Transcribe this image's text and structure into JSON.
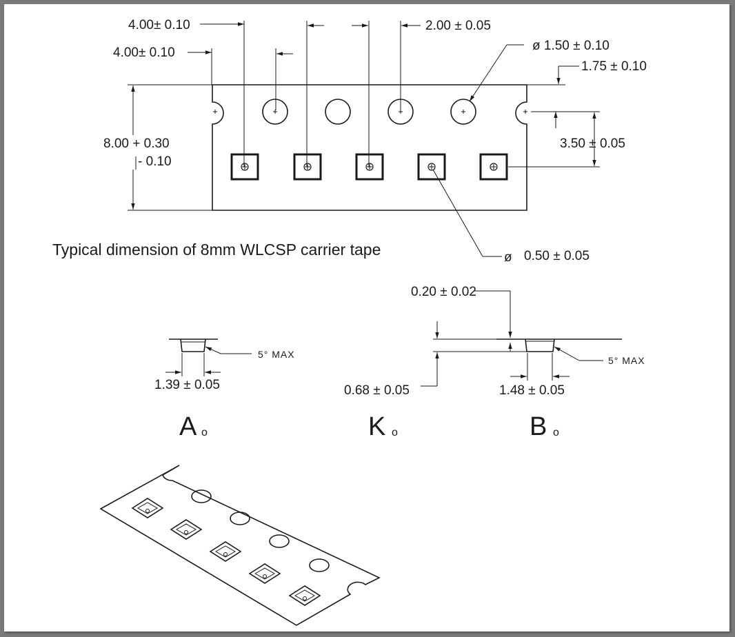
{
  "colors": {
    "line": "#1a1a1a",
    "paper": "#ffffff",
    "border": "#7a7a7a"
  },
  "caption": "Typical dimension of 8mm WLCSP carrier tape",
  "dims": {
    "p0": "4.00± 0.10",
    "p1": "4.00± 0.10",
    "p2": "2.00 ± 0.05",
    "d0": "ø 1.50 ± 0.10",
    "e": "1.75 ± 0.10",
    "w_top": "8.00 + 0.30",
    "w_bot": "- 0.10",
    "f": "3.50 ± 0.05",
    "d1_symbol": "ø",
    "d1": "0.50 ± 0.05",
    "t": "0.20 ± 0.02",
    "a0": "1.39 ± 0.05",
    "k0": "0.68 ± 0.05",
    "b0": "1.48 ± 0.05",
    "angle_a": "5°  MAX",
    "angle_b": "5°  MAX"
  },
  "labels": {
    "a_letter": "A",
    "a_sub": "o",
    "k_letter": "K",
    "k_sub": "o",
    "b_letter": "B",
    "b_sub": "o"
  }
}
